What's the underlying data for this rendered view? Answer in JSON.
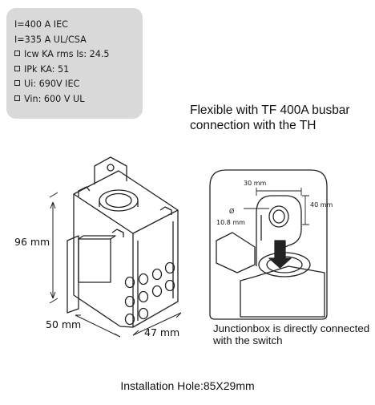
{
  "specs": [
    {
      "text": "I=400 A IEC",
      "bullet": false
    },
    {
      "text": "I=335 A UL/CSA",
      "bullet": false
    },
    {
      "text": "Icw KA rms Is: 24.5",
      "bullet": true
    },
    {
      "text": "IPk KA: 51",
      "bullet": true
    },
    {
      "text": "Ui: 690V IEC",
      "bullet": true
    },
    {
      "text": "Vin: 600 V UL",
      "bullet": true
    }
  ],
  "caption": "Flexible with TF 400A busbar connection with the TH",
  "dimensions": {
    "height": "96 mm",
    "width": "50 mm",
    "depth": "47 mm",
    "busbar_width": "30 mm",
    "busbar_length": "40 mm",
    "hole_symbol": "Ø",
    "hole_diameter": "10.8 mm"
  },
  "note": "Junctionbox is directly connected with the switch",
  "footer": "Installation Hole:85X29mm"
}
